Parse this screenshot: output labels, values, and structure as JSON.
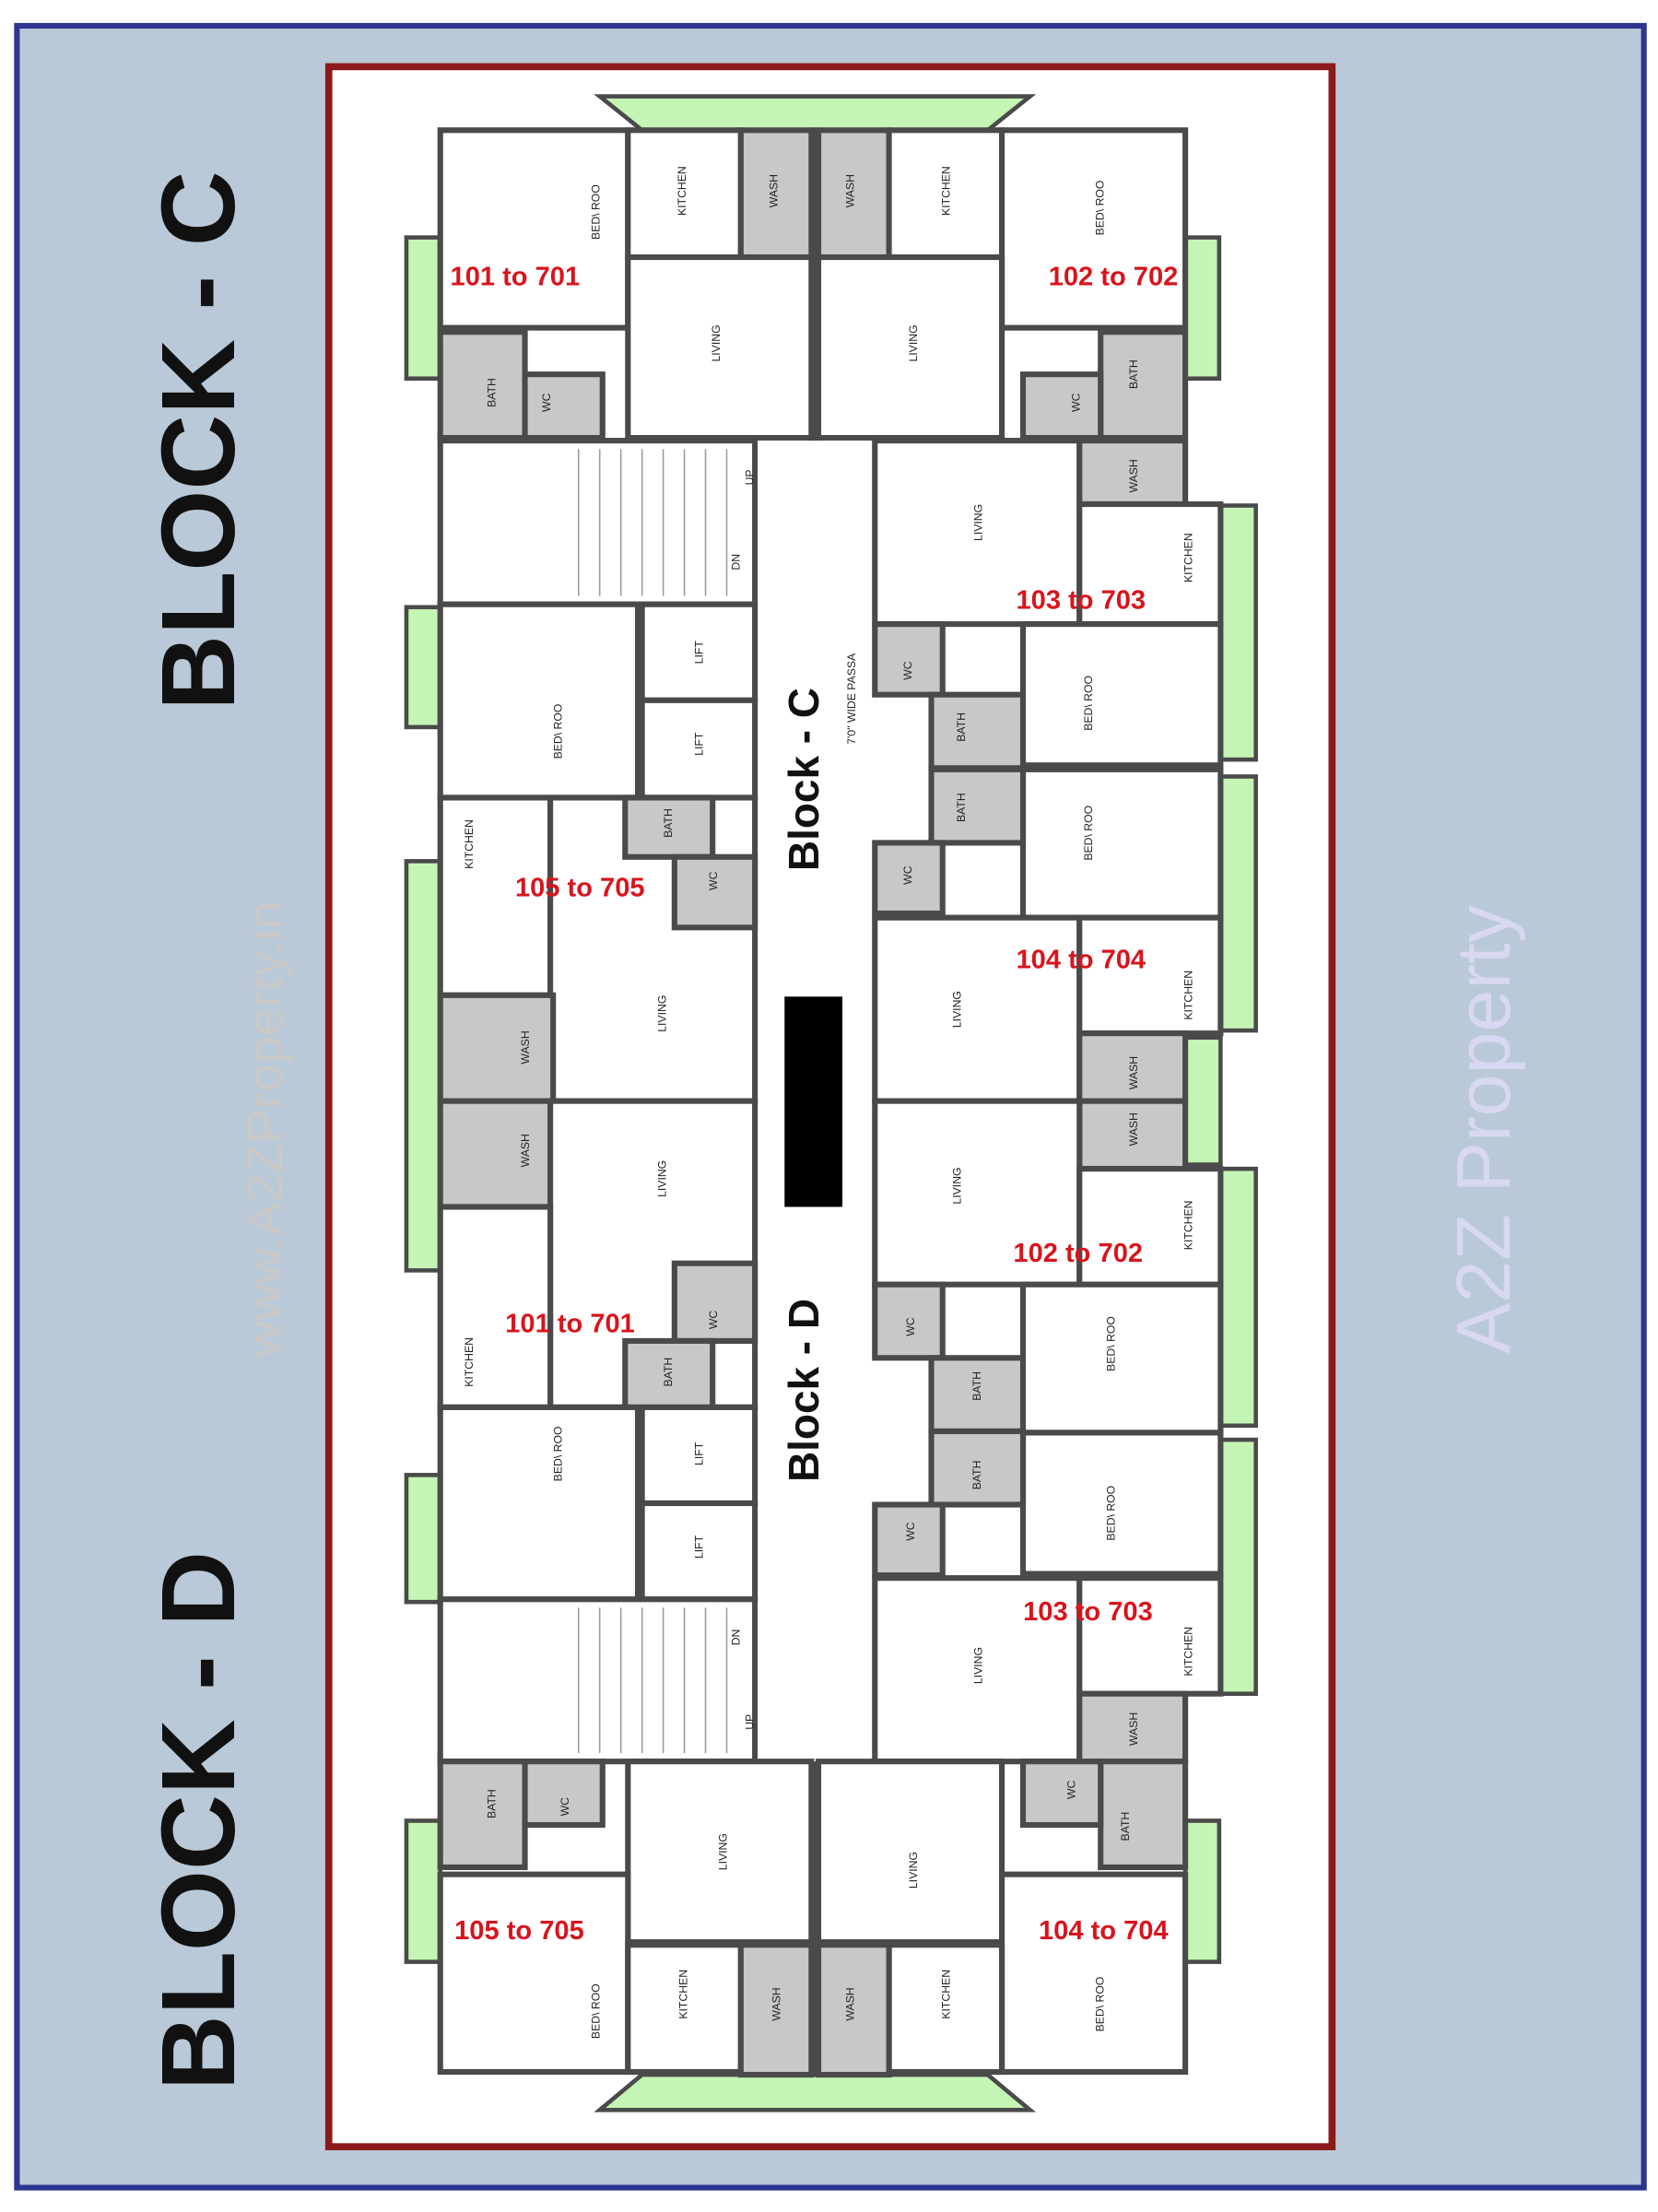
{
  "blocks": {
    "left_top": "BLOCK - C",
    "left_bottom": "BLOCK - D",
    "center_top": "Block - C",
    "center_bottom": "Block - D"
  },
  "passage_label": "7'0\" WIDE PASSA",
  "units": [
    "101 to 701",
    "102 to 702",
    "103 to 703",
    "105 to 705",
    "104 to 704",
    "101 to 701",
    "102 to 702",
    "103 to 703",
    "105 to 705",
    "104 to 704"
  ],
  "rooms": {
    "bedroom": "BED\\ ROO",
    "kitchen": "KITCHEN",
    "wash": "WASH",
    "living": "LIVING",
    "bath": "BATH",
    "wc": "WC",
    "lift": "LIFT",
    "up": "UP",
    "dn": "DN"
  },
  "watermarks": {
    "url": "www.A2ZProperty.in",
    "logo": "A2Z Property"
  },
  "colors": {
    "frame_blue": "#2d3590",
    "frame_red": "#8b1a1a",
    "background": "#b9c9d7",
    "balcony": "#c4f5b4",
    "wet_area": "#c8c8c8",
    "unit_label": "#d8141c"
  }
}
